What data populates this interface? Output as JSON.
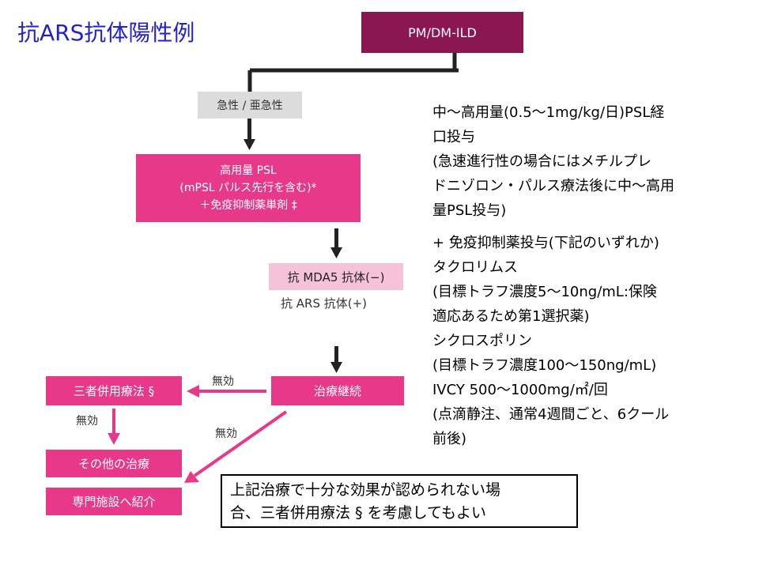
{
  "title": "抗ARS抗体陽性例",
  "flow": {
    "top_box": "PM/DM-ILD",
    "acute": "急性 / 亜急性",
    "high_psl": [
      "高用量 PSL",
      "(mPSL パルス先行を含む)*",
      "＋免疫抑制薬単剤 ‡"
    ],
    "mda5": "抗 MDA5 抗体(−)",
    "ars": "抗 ARS 抗体(+)",
    "continue_treatment": "治療継続",
    "triple_therapy": "三者併用療法 §",
    "other_treatment": "その他の治療",
    "refer": "専門施設へ紹介",
    "ineffective_1": "無効",
    "ineffective_2": "無効",
    "ineffective_3": "無効"
  },
  "notes": [
    "中〜高用量(0.5〜1mg/kg/日)PSL経",
    "口投与",
    " (急速進行性の場合にはメチルプレ",
    "ドニゾロン・パルス療法後に中〜高用",
    "量PSL投与)",
    "+  免疫抑制薬投与(下記のいずれか)",
    "  タクロリムス",
    " (目標トラフ濃度5〜10ng/mL:保険",
    "適応あるため第1選択薬)",
    "  シクロスポリン",
    " (目標トラフ濃度100〜150ng/mL)",
    "  IVCY 500〜1000mg/㎡/回",
    " (点滴静注、通常4週間ごと、6クール",
    "前後)"
  ],
  "bottom_box": [
    "上記治療で十分な効果が認められない場",
    "合、三者併用療法 § を考慮してもよい"
  ],
  "colors": {
    "title": "#2222cc",
    "top_box": "#8a1752",
    "pink": "#e8388a",
    "light_pink": "#f5c2da",
    "gray": "#dcdcdc"
  }
}
